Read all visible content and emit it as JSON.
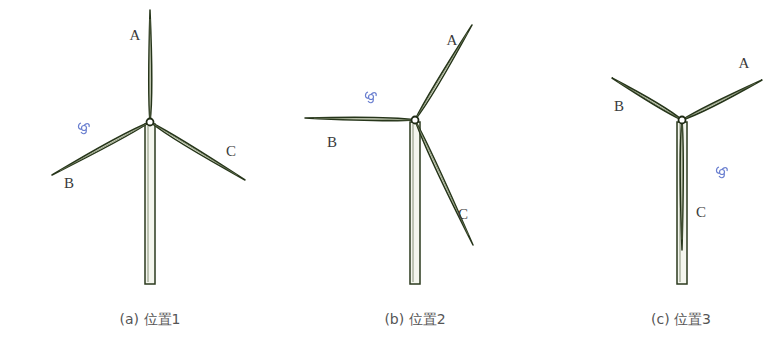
{
  "diagram": {
    "labels": [
      "A",
      "B",
      "C",
      "A",
      "B",
      "C",
      "A",
      "B",
      "C",
      "(a) 位置1",
      "(b) 位置2",
      "(c) 位置3"
    ]
  }
}
